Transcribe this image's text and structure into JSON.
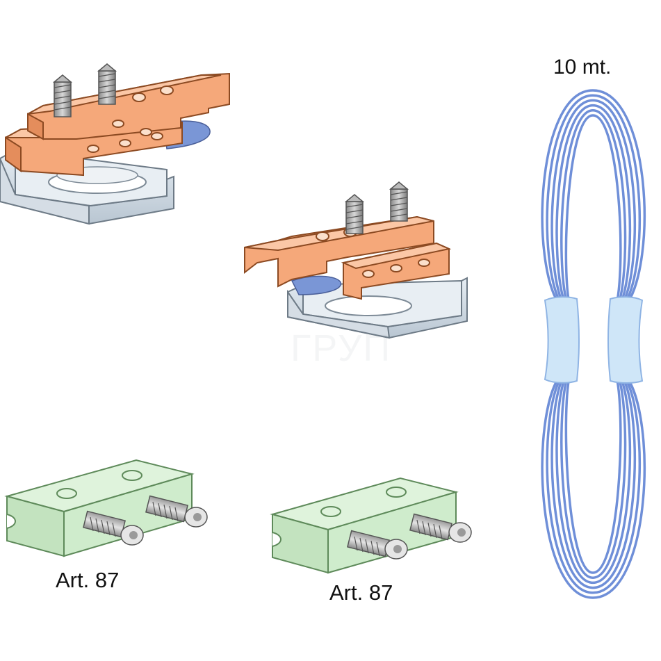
{
  "labels": {
    "rope_length": "10 mt.",
    "part_left": "Art. 87",
    "part_right": "Art. 87"
  },
  "watermark": "ГРУП",
  "colors": {
    "clamp_orange": "#f5a87a",
    "channel_gray": "#cfd8e0",
    "block_green": "#cfeccc",
    "rope_blue": "#6f8fd8",
    "band_light_blue": "#cfe6f8"
  }
}
